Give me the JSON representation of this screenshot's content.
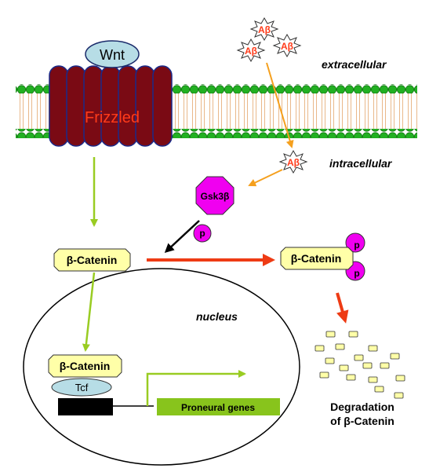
{
  "labels": {
    "wnt": "Wnt",
    "frizzled": "Frizzled",
    "extracellular": "extracellular",
    "intracellular": "intracellular",
    "abeta": "Aβ",
    "gsk3b": "Gsk3β",
    "phospho": "p",
    "beta_catenin": "β-Catenin",
    "nucleus": "nucleus",
    "tcf": "Tcf",
    "proneural_genes": "Proneural genes",
    "degradation_line1": "Degradation",
    "degradation_line2": "of β-Catenin"
  },
  "colors": {
    "membrane_green": "#22b022",
    "receptor_maroon": "#7a0a14",
    "receptor_blue": "#1a2a8a",
    "frizzled_text": "#ff3b1a",
    "wnt_fill": "#b7dde6",
    "abeta_text": "#ff3b1a",
    "gsk_magenta": "#f000f0",
    "catenin_fill": "#ffffa8",
    "arrow_green": "#99cc22",
    "arrow_orange": "#f5a01e",
    "arrow_red": "#ee3b14",
    "tcf_fill": "#b7dde6",
    "gene_green": "#88c41c"
  }
}
